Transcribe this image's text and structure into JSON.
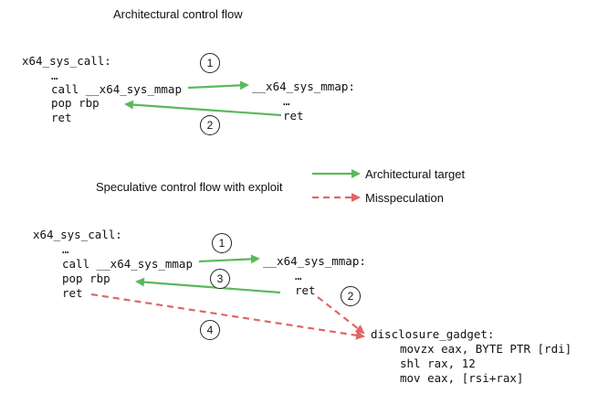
{
  "titles": {
    "architectural": "Architectural control flow",
    "speculative": "Speculative control flow with exploit"
  },
  "legend": {
    "architectural_target": "Architectural target",
    "misspeculation": "Misspeculation"
  },
  "colors": {
    "architectural": "#5cb85c",
    "misspeculation": "#e06666"
  },
  "top": {
    "caller_label": "x64_sys_call:",
    "ellipsis": "…",
    "call_line": "call __x64_sys_mmap",
    "pop_line": "pop rbp",
    "ret_line": "ret",
    "callee_label": "__x64_sys_mmap:",
    "callee_ellipsis": "…",
    "callee_ret": "ret",
    "step1": "1",
    "step2": "2"
  },
  "bottom": {
    "caller_label": "x64_sys_call:",
    "ellipsis": "…",
    "call_line": "call __x64_sys_mmap",
    "pop_line": "pop rbp",
    "ret_line": "ret",
    "callee_label": "__x64_sys_mmap:",
    "callee_ellipsis": "…",
    "callee_ret": "ret",
    "gadget_label": "disclosure_gadget:",
    "gadget_lines": [
      "movzx eax, BYTE PTR [rdi]",
      "shl rax, 12",
      "mov eax, [rsi+rax]"
    ],
    "step1": "1",
    "step2": "2",
    "step3": "3",
    "step4": "4"
  }
}
